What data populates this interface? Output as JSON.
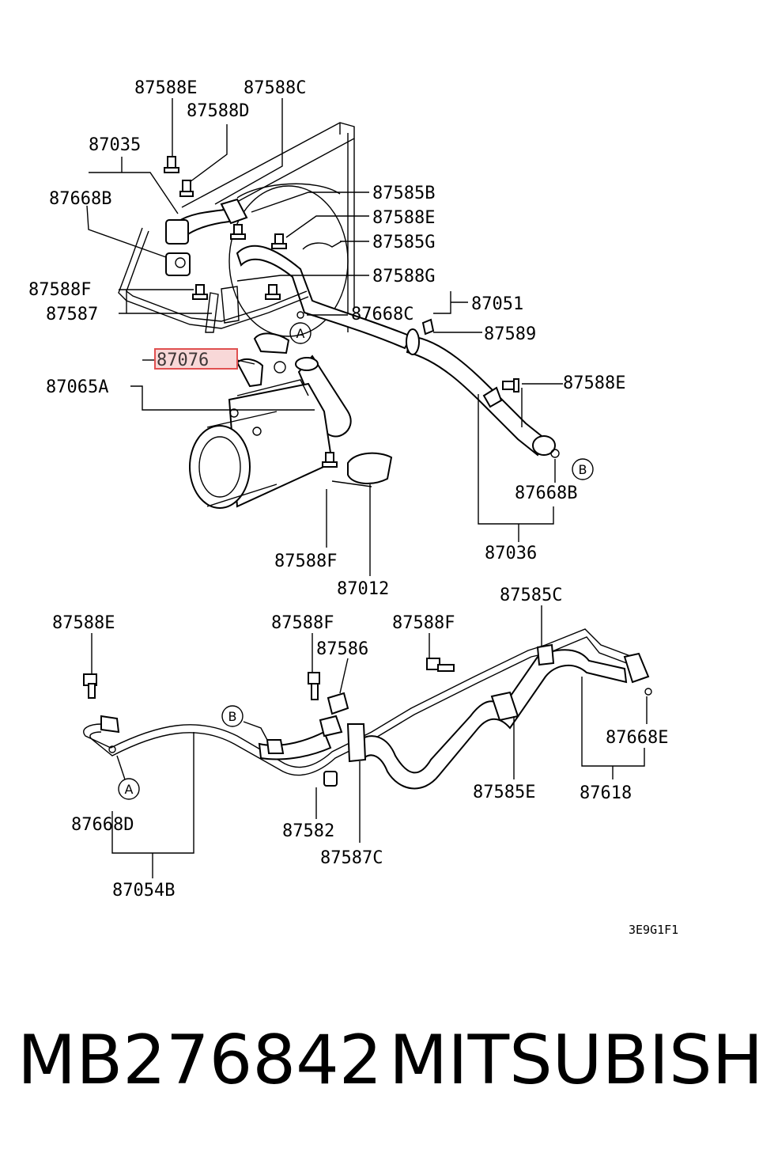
{
  "diagram": {
    "labels": {
      "87588E_1": "87588E",
      "87588C": "87588C",
      "87588D": "87588D",
      "87035": "87035",
      "87668B_1": "87668B",
      "87585B": "87585B",
      "87588E_2": "87588E",
      "87585G": "87585G",
      "87588G": "87588G",
      "87588F_1": "87588F",
      "87587": "87587",
      "87668C": "87668C",
      "87051": "87051",
      "87589": "87589",
      "87076": "87076",
      "87065A": "87065A",
      "87588E_3": "87588E",
      "87668B_2": "87668B",
      "87036": "87036",
      "87588F_2": "87588F",
      "87012": "87012",
      "87585C": "87585C",
      "87588E_4": "87588E",
      "87588F_3": "87588F",
      "87588F_4": "87588F",
      "87586": "87586",
      "87668E": "87668E",
      "87618": "87618",
      "87585E": "87585E",
      "87668D": "87668D",
      "87582": "87582",
      "87587C": "87587C",
      "87054B": "87054B"
    },
    "markers": {
      "A_upper": "A",
      "B_upper": "B",
      "B_lower": "B",
      "A_lower": "A"
    },
    "drawing_code": "3E9G1F1",
    "highlight_color": "#e05050"
  },
  "footer": {
    "part_number": "MB276842",
    "brand": "MITSUBISHI"
  }
}
